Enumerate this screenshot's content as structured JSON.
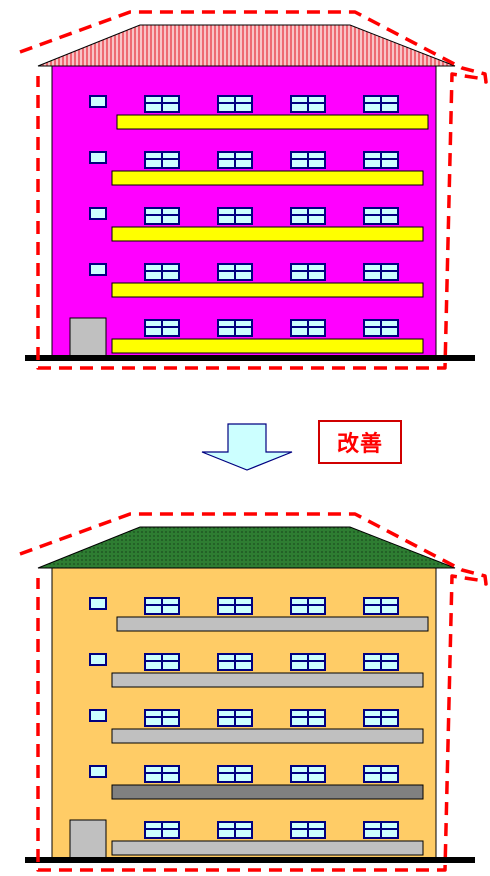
{
  "label": {
    "text": "改善"
  },
  "colors": {
    "outline": "#ff0000",
    "window_frame": "#000080",
    "window_fill": "#ccffff",
    "door": "#c0c0c0",
    "arrow_fill": "#ccffff",
    "arrow_stroke": "#000080",
    "ground": "#000000"
  },
  "buildings": [
    {
      "name": "before",
      "wall_color": "#ff00ff",
      "roof_color": "#ee6a72",
      "roof_hatch": "#ffffff",
      "balcony_colors": [
        "#ffff00",
        "#ffff00",
        "#ffff00",
        "#ffff00",
        "#ffff00"
      ],
      "floors": 5,
      "windows_per_floor": 4
    },
    {
      "name": "after",
      "wall_color": "#ffcc66",
      "roof_color": "#2e7d32",
      "roof_hatch": "#1b4d1e",
      "balcony_colors": [
        "#c0c0c0",
        "#c0c0c0",
        "#c0c0c0",
        "#808080",
        "#c0c0c0"
      ],
      "floors": 5,
      "windows_per_floor": 4
    }
  ]
}
